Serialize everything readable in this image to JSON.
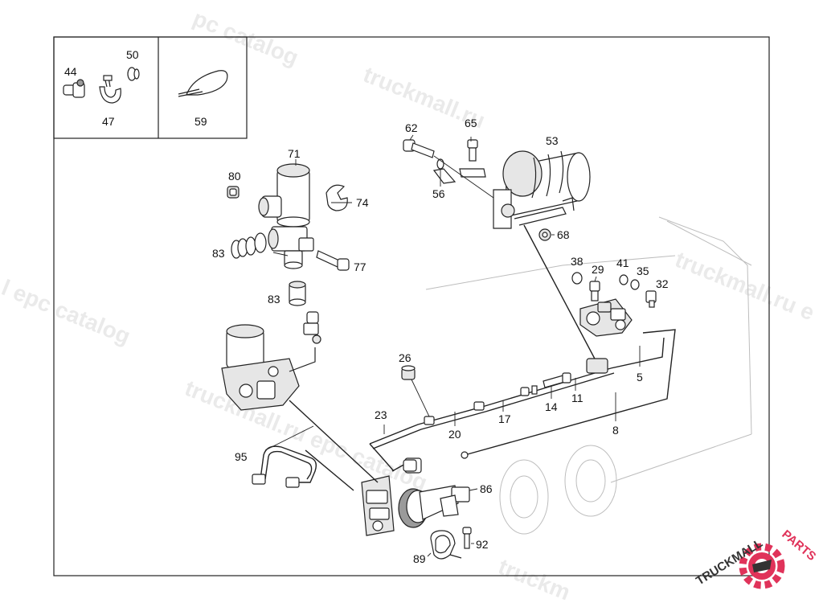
{
  "watermark": {
    "text_top": "pc catalog",
    "text_a": "truckmall.ru",
    "text_b": "l epc catalog",
    "text_c": "truckmall.ru epc catalog",
    "text_d": "truckmall.ru e",
    "text_e": "truckm"
  },
  "brand": {
    "text_dark": "TRUCKMALL",
    "text_accent": "PARTS",
    "accent_color": "#e0335a",
    "dark_color": "#333333"
  },
  "callouts": {
    "c44": "44",
    "c50": "50",
    "c47": "47",
    "c59": "59",
    "c62": "62",
    "c65": "65",
    "c53": "53",
    "c56": "56",
    "c68": "68",
    "c71": "71",
    "c80": "80",
    "c74": "74",
    "c83a": "83",
    "c77": "77",
    "c83b": "83",
    "c38": "38",
    "c29": "29",
    "c41": "41",
    "c35": "35",
    "c32": "32",
    "c26": "26",
    "c5": "5",
    "c11": "11",
    "c14": "14",
    "c17": "17",
    "c23": "23",
    "c20": "20",
    "c8": "8",
    "c95": "95",
    "c86": "86",
    "c92": "92",
    "c89": "89"
  }
}
